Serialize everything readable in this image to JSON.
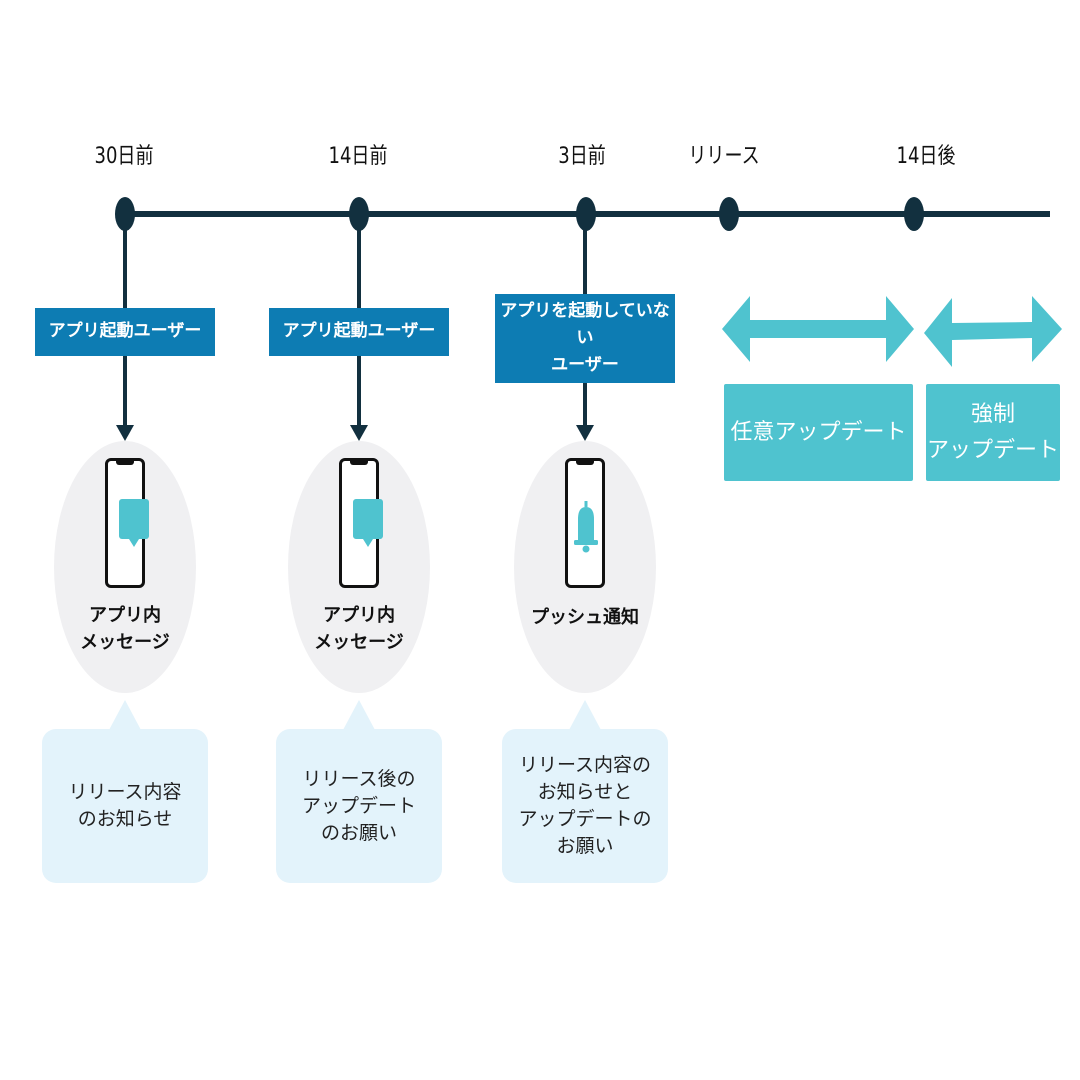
{
  "timeline": {
    "labels": [
      "30日前",
      "14日前",
      "3日前",
      "リリース",
      "14日後"
    ]
  },
  "user_boxes": [
    {
      "label": "アプリ起動ユーザー"
    },
    {
      "label": "アプリ起動ユーザー"
    },
    {
      "label": "アプリを起動していない\nユーザー"
    }
  ],
  "channels": [
    {
      "title": "アプリ内\nメッセージ",
      "icon": "chat-bubble-icon"
    },
    {
      "title": "アプリ内\nメッセージ",
      "icon": "chat-bubble-icon"
    },
    {
      "title": "プッシュ通知",
      "icon": "bell-icon"
    }
  ],
  "notes": [
    {
      "text": "リリース内容\nのお知らせ"
    },
    {
      "text": "リリース後の\nアップデート\nのお願い"
    },
    {
      "text": "リリース内容の\nお知らせと\nアップデートの\nお願い"
    }
  ],
  "update_periods": [
    {
      "label": "任意アップデート"
    },
    {
      "label": "強制\nアップデート"
    }
  ],
  "colors": {
    "timeline": "#12303f",
    "user_box": "#0d7cb3",
    "accent": "#4fc3cf",
    "circle": "#f0f0f2",
    "note": "#e3f3fb"
  }
}
